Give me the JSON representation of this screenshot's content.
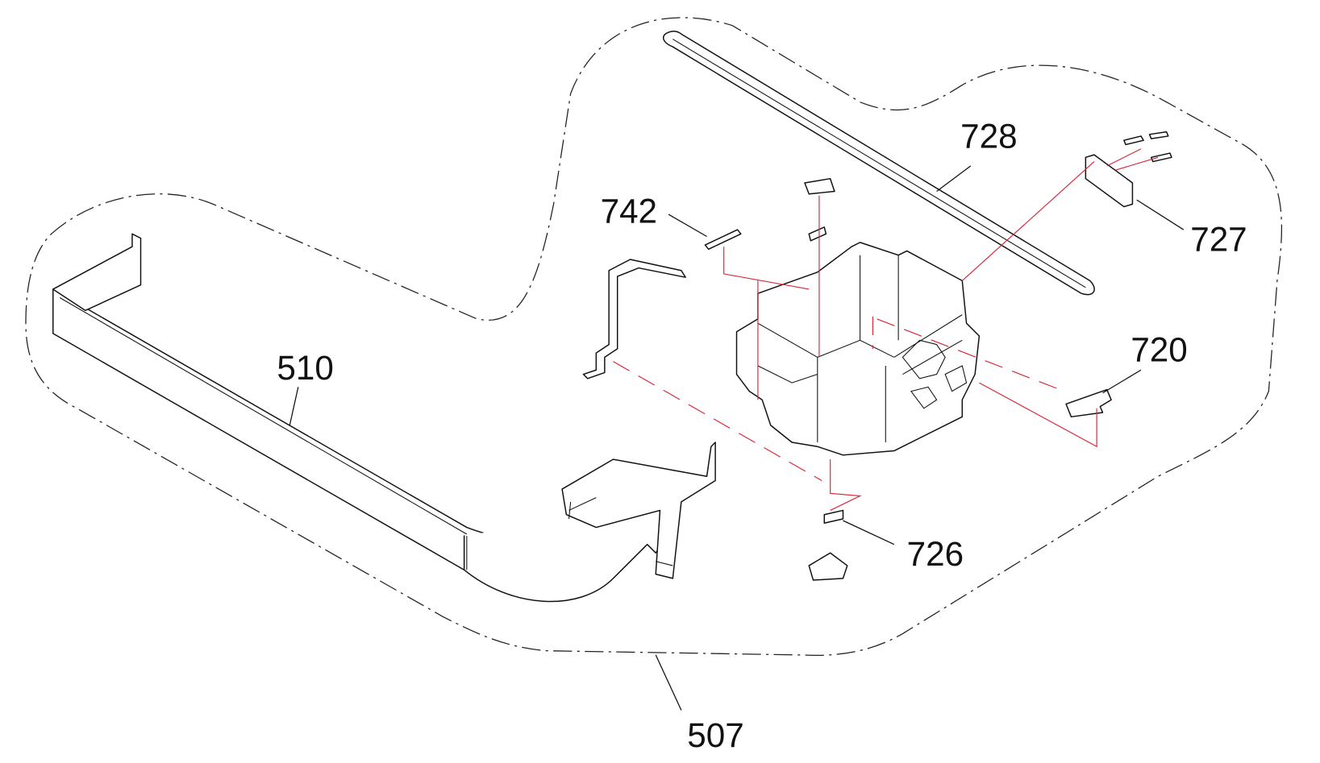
{
  "diagram": {
    "type": "exploded-parts-view",
    "callouts": [
      {
        "id": "assembly",
        "label": "507"
      },
      {
        "id": "cable",
        "label": "510"
      },
      {
        "id": "belt",
        "label": "728"
      },
      {
        "id": "pin",
        "label": "742"
      },
      {
        "id": "board",
        "label": "727"
      },
      {
        "id": "pad",
        "label": "720"
      },
      {
        "id": "clip",
        "label": "726"
      }
    ],
    "colors": {
      "line": "#111111",
      "guide": "#d8283a"
    }
  }
}
